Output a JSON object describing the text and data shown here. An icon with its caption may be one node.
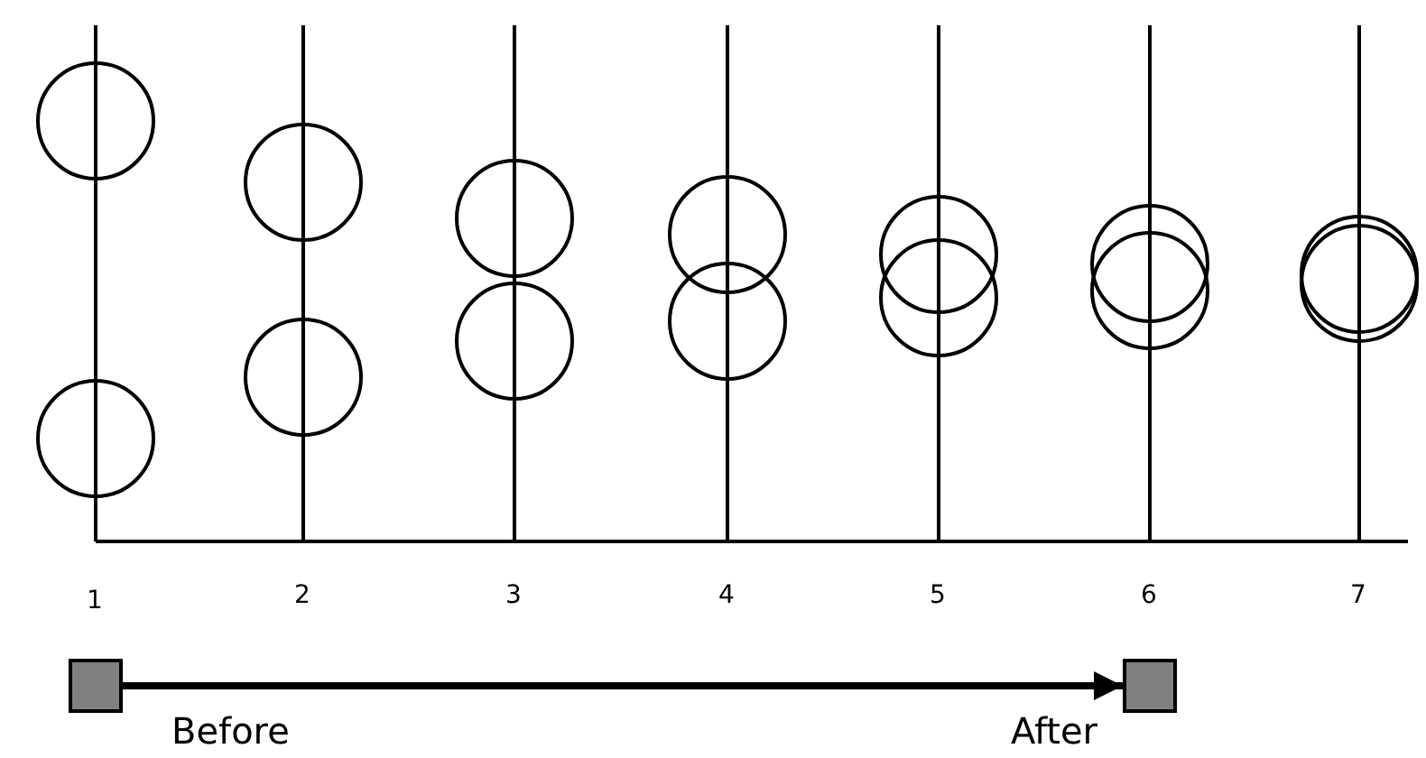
{
  "diagram": {
    "nodes": [
      {
        "text": [],
        "shape": "box",
        "beside": [
          "Before"
        ]
      },
      {
        "text": [],
        "shape": "box",
        "beside": [
          "After"
        ]
      }
    ],
    "edges": [
      {
        "from": 0,
        "to": 1,
        "arrow": "to"
      }
    ],
    "labels": [
      "1",
      "2",
      "3",
      "4",
      "5",
      "6",
      "7"
    ]
  }
}
